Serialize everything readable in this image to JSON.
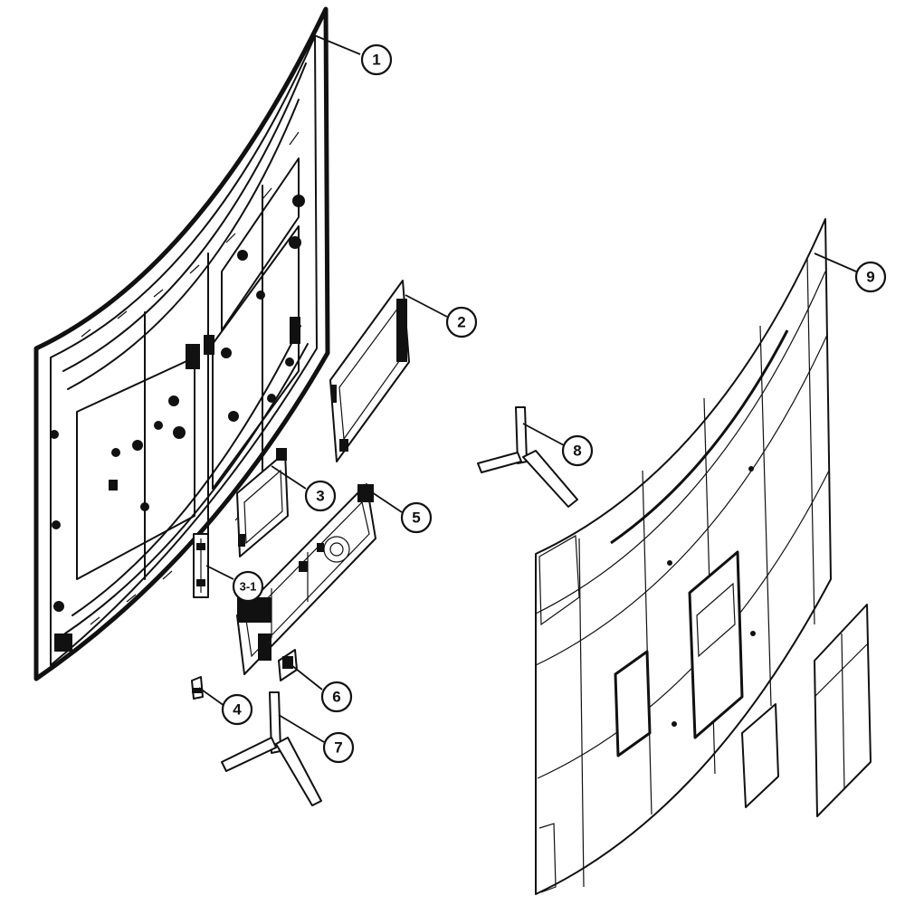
{
  "callouts": {
    "c1": "1",
    "c2": "2",
    "c3": "3",
    "c3_1": "3-1",
    "c4": "4",
    "c5": "5",
    "c6": "6",
    "c7": "7",
    "c8": "8",
    "c9": "9"
  },
  "colors": {
    "line": "#111111",
    "background": "#ffffff"
  }
}
